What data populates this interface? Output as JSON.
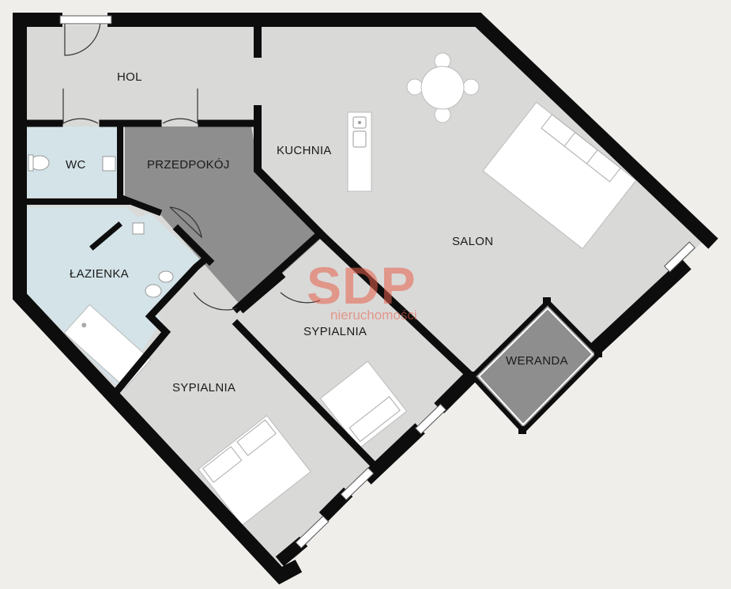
{
  "rooms": {
    "hol": "HOL",
    "wc": "WC",
    "przedpokoj": "PRZEDPOKÓJ",
    "kuchnia": "KUCHNIA",
    "salon": "SALON",
    "lazienka": "ŁAZIENKA",
    "sypialnia_1": "SYPIALNIA",
    "sypialnia_2": "SYPIALNIA",
    "weranda": "WERANDA"
  },
  "watermark": {
    "brand": "SDP",
    "tagline": "nieruchomości",
    "color": "#e8604c"
  },
  "colors": {
    "wall": "#0d0d0d",
    "floor": "#d9d9d8",
    "wet_room": "#d3e3e8",
    "hall": "#8e8e8e",
    "veranda": "#8e8e8e",
    "furniture": "#ffffff",
    "background": "#efeeeb"
  }
}
